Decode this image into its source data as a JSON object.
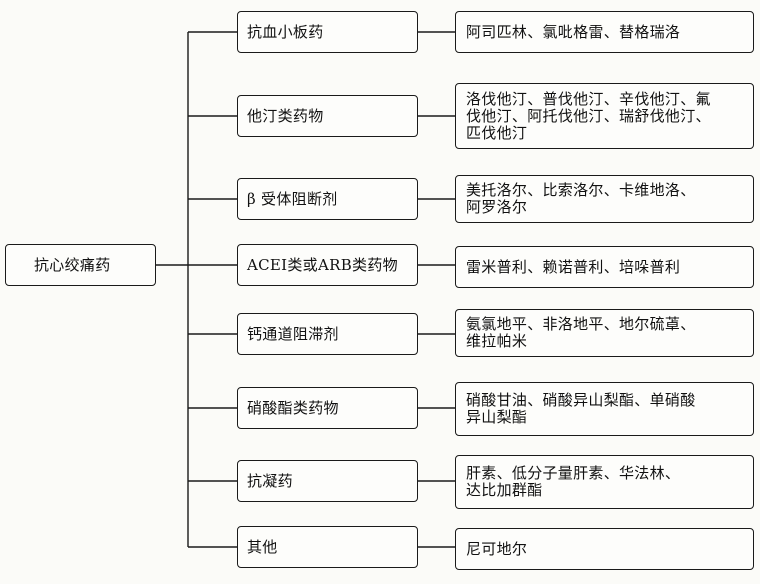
{
  "root": {
    "label": "抗心绞痛药"
  },
  "categories": [
    {
      "label": "抗血小板药",
      "drugs": [
        "阿司匹林、氯吡格雷、替格瑞洛"
      ]
    },
    {
      "label": "他汀类药物",
      "drugs": [
        "洛伐他汀、普伐他汀、辛伐他汀、氟",
        "伐他汀、阿托伐他汀、瑞舒伐他汀、",
        "匹伐他汀"
      ]
    },
    {
      "label": "β 受体阻断剂",
      "drugs": [
        "美托洛尔、比索洛尔、卡维地洛、",
        "阿罗洛尔"
      ]
    },
    {
      "label": "ACEI类或ARB类药物",
      "drugs": [
        "雷米普利、赖诺普利、培哚普利"
      ]
    },
    {
      "label": "钙通道阻滞剂",
      "drugs": [
        "氨氯地平、非洛地平、地尔硫䓬、",
        "维拉帕米"
      ]
    },
    {
      "label": "硝酸酯类药物",
      "drugs": [
        "硝酸甘油、硝酸异山梨酯、单硝酸",
        "异山梨酯"
      ]
    },
    {
      "label": "抗凝药",
      "drugs": [
        "肝素、低分子量肝素、华法林、",
        "达比加群酯"
      ]
    },
    {
      "label": "其他",
      "drugs": [
        "尼可地尔"
      ]
    }
  ]
}
